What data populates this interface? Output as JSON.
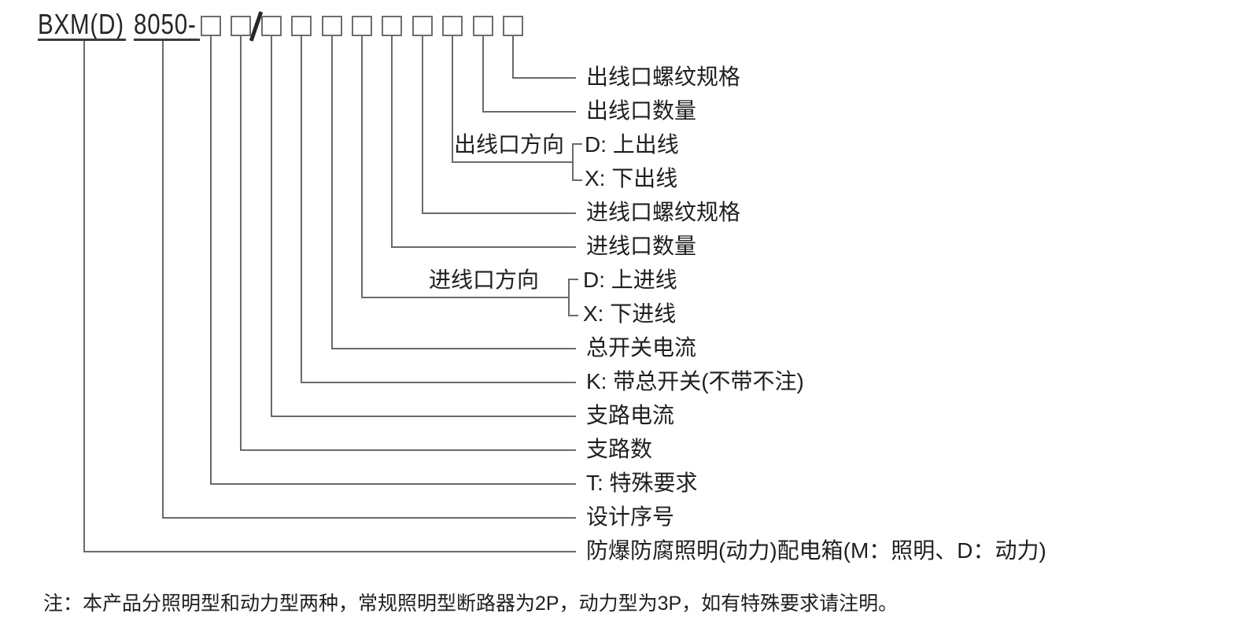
{
  "diagram": {
    "code": {
      "prefix": "BXM(D)",
      "series": "8050-",
      "separator": "/",
      "placeholder_boxes_before_separator": 2,
      "placeholder_boxes_after_separator": 9
    },
    "labels": {
      "outlet_thread": "出线口螺纹规格",
      "outlet_count": "出线口数量",
      "outlet_direction": "出线口方向",
      "outlet_direction_up": "D: 上出线",
      "outlet_direction_down": "X: 下出线",
      "inlet_thread": "进线口螺纹规格",
      "inlet_count": "进线口数量",
      "inlet_direction": "进线口方向",
      "inlet_direction_up": "D: 上进线",
      "inlet_direction_down": "X: 下进线",
      "main_switch_current": "总开关电流",
      "main_switch_option": "K: 带总开关(不带不注)",
      "branch_current": "支路电流",
      "branch_count": "支路数",
      "special_requirement": "T: 特殊要求",
      "design_serial": "设计序号",
      "product_type": "防爆防腐照明(动力)配电箱(M：照明、D：动力)"
    },
    "note": "注：本产品分照明型和动力型两种，常规照明型断路器为2P，动力型为3P，如有特殊要求请注明。",
    "colors": {
      "line": "#6a6a6a",
      "text": "#1f1f1f"
    }
  }
}
